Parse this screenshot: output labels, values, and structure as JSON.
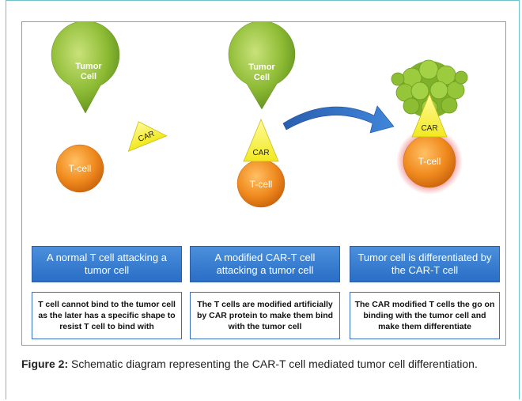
{
  "panels": [
    {
      "tumor_label": [
        "Tumor",
        "Cell"
      ],
      "car_label": "CAR",
      "tcell_label": "T-cell",
      "title": "A normal T cell attacking a tumor cell",
      "description": "T cell cannot bind to the tumor cell as the later has a specific shape to resist T cell to bind with"
    },
    {
      "tumor_label": [
        "Tumor",
        "Cell"
      ],
      "car_label": "CAR",
      "tcell_label": "T-cell",
      "title": "A modified CAR-T cell attacking a tumor cell",
      "description": "The T cells are modified artificially by CAR protein to make them bind with the tumor cell"
    },
    {
      "car_label": "CAR",
      "tcell_label": "T-cell",
      "title": "Tumor cell is differentiated by the CAR-T cell",
      "description": "The CAR modified T cells the go on binding with the tumor cell and make them differentiate"
    }
  ],
  "caption": {
    "label": "Figure 2:",
    "text": " Schematic diagram representing the CAR-T cell mediated tumor cell differentiation."
  },
  "colors": {
    "tumor_green": "#8fbf3a",
    "tcell_orange": "#f08a1e",
    "car_yellow": "#f7f23a",
    "arrow_blue": "#2f6fc4",
    "title_blue": "#2f74cf"
  }
}
